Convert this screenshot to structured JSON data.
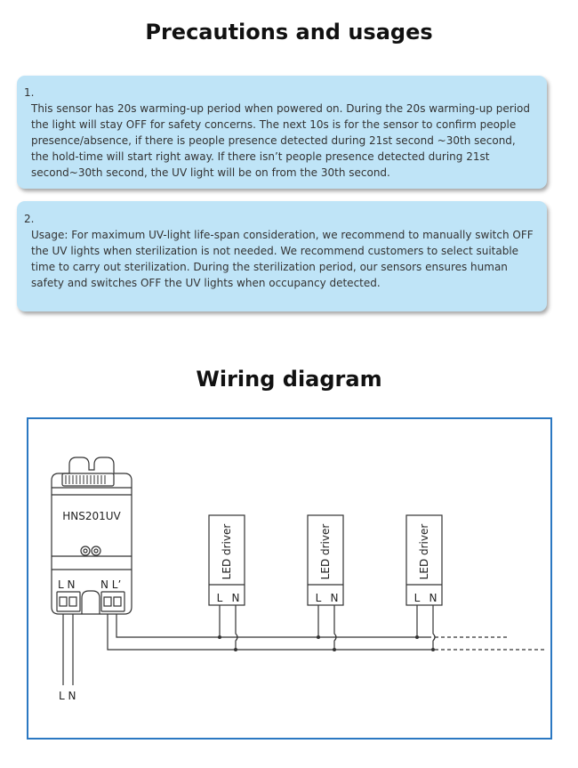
{
  "headings": {
    "precautions": "Precautions and usages",
    "wiring": "Wiring diagram"
  },
  "cards": [
    {
      "number": "1.",
      "text": "This sensor has 20s warming-up period when powered on. During the 20s warming-up period the light will stay OFF for safety concerns. The next 10s is for the sensor to confirm people presence/absence, if there is people presence detected during 21st second ~30th second, the hold-time will start right away. If there isn’t people presence detected during 21st second~30th second, the UV light will be on from the 30th second."
    },
    {
      "number": "2.",
      "text": "Usage: For maximum UV-light life-span consideration, we recommend to manually switch OFF the UV lights when  sterilization is not needed. We recommend customers to select suitable time to carry out sterilization. During the sterilization period, our sensors ensures human safety and switches OFF the UV lights when occupancy detected."
    }
  ],
  "diagram": {
    "sensor_model": "HNS201UV",
    "sensor_terminals_left": "L N",
    "sensor_terminals_right": "N L’",
    "supply_labels": "L N",
    "driver_label": "LED driver",
    "driver_terminal_l": "L",
    "driver_terminal_n": "N",
    "driver_count": 3,
    "colors": {
      "frame": "#2b78c2",
      "card_bg": "#bfe4f7",
      "line": "#333333"
    }
  }
}
